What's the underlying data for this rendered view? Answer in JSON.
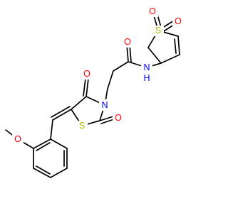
{
  "molecule": {
    "atoms": {
      "o_sulfone_top": {
        "text": "O",
        "color": "#ff0000"
      },
      "o_sulfone_right": {
        "text": "O",
        "color": "#ff0000"
      },
      "s_sulfone": {
        "text": "S",
        "color": "#b8b800"
      },
      "o_amide": {
        "text": "O",
        "color": "#ff0000"
      },
      "n_amide": {
        "text": "N",
        "color": "#0000ff"
      },
      "h_amide": {
        "text": "H",
        "color": "#0000ff"
      },
      "o_c4": {
        "text": "O",
        "color": "#ff0000"
      },
      "n_ring": {
        "text": "N",
        "color": "#0000ff"
      },
      "o_c2": {
        "text": "O",
        "color": "#ff0000"
      },
      "s_ring": {
        "text": "S",
        "color": "#b8b800"
      },
      "o_methoxy": {
        "text": "O",
        "color": "#ff0000"
      }
    }
  }
}
